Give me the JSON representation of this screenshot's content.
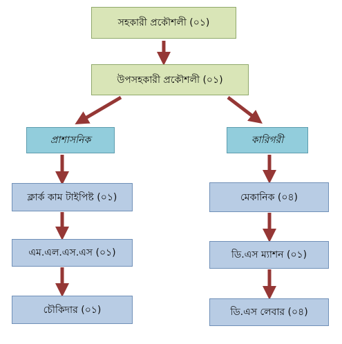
{
  "diagram": {
    "top": {
      "label": "সহকারী প্রকৌশলী (০১)"
    },
    "second": {
      "label": "উপসহকারী প্রকৌশলী (০১)"
    },
    "left_branch": {
      "header": "প্রাশাসনিক",
      "items": [
        "ক্লার্ক কাম টাইপিষ্ট (০১)",
        "এম.এল.এস.এস (০১)",
        "চৌকিদার (০১)"
      ]
    },
    "right_branch": {
      "header": "কারিগরী",
      "items": [
        "মেকানিক (০৪)",
        "ডি.এস ম্যাশন (০১)",
        "ডি.এস লেবার (০৪)"
      ]
    },
    "colors": {
      "top_box_fill": "#d9e5b7",
      "branch_header_fill": "#92cddc",
      "item_box_fill": "#b8cce4",
      "arrow": "#953735"
    }
  }
}
